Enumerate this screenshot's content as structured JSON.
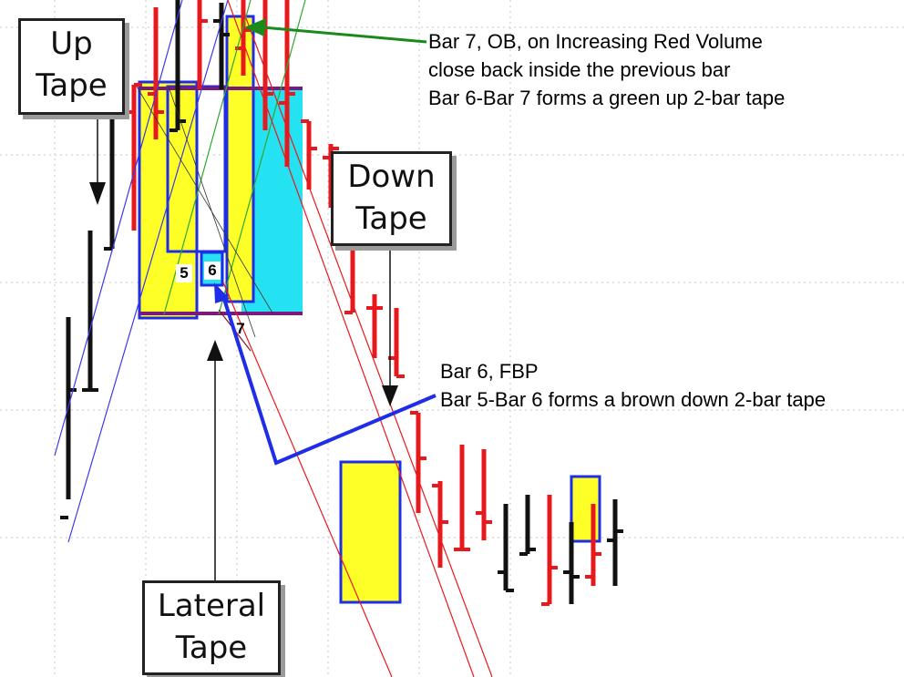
{
  "chart_data": {
    "type": "ohlc",
    "title": "",
    "xlabel": "",
    "ylabel": "",
    "grid": true,
    "tape_labels": [
      {
        "id": "up",
        "lines": [
          "Up",
          "Tape"
        ]
      },
      {
        "id": "down",
        "lines": [
          "Down",
          "Tape"
        ]
      },
      {
        "id": "lateral",
        "lines": [
          "Lateral",
          "Tape"
        ]
      }
    ],
    "bar_labels": [
      "5",
      "6",
      "7"
    ],
    "annotations": [
      {
        "id": "bar7",
        "lines": [
          "Bar 7, OB, on Increasing Red Volume",
          "close back inside the previous bar",
          "Bar  6-Bar 7 forms a green up 2-bar tape"
        ]
      },
      {
        "id": "bar6",
        "lines": [
          "Bar 6, FBP",
          "Bar 5-Bar  6 forms a brown down 2-bar tape"
        ]
      }
    ],
    "bars": [
      {
        "high": 395,
        "low": 195,
        "open": 175,
        "close": 315,
        "color": "#111111"
      },
      {
        "high": 490,
        "low": 315,
        "open": 315,
        "close": 315,
        "color": "#111111"
      },
      {
        "high": 650,
        "low": 470,
        "open": 470,
        "close": 650,
        "color": "#111111"
      },
      {
        "high": 650,
        "low": 490,
        "open": 620,
        "close": 650,
        "color": "#e8191c"
      },
      {
        "high": 735,
        "low": 590,
        "open": 640,
        "close": 620,
        "color": "#e8191c"
      },
      {
        "high": 795,
        "low": 600,
        "open": 600,
        "close": 610,
        "color": "#111111"
      },
      {
        "high": 795,
        "low": 645,
        "open": 780,
        "close": 720,
        "color": "#e8191c"
      },
      {
        "high": 740,
        "low": 645,
        "open": 720,
        "close": 705,
        "color": "#111111"
      },
      {
        "high": 820,
        "low": 660,
        "open": 690,
        "close": 710,
        "color": "#e8191c"
      },
      {
        "high": 840,
        "low": 600,
        "open": 760,
        "close": 640,
        "color": "#e8191c"
      },
      {
        "high": 745,
        "low": 560,
        "open": 630,
        "close": 640,
        "color": "#e8191c"
      },
      {
        "high": 610,
        "low": 535,
        "open": 610,
        "close": 580,
        "color": "#e8191c"
      },
      {
        "high": 585,
        "low": 515,
        "open": 570,
        "close": 580,
        "color": "#e8191c"
      },
      {
        "high": 530,
        "low": 400,
        "open": 400,
        "close": 535,
        "color": "#e8191c"
      },
      {
        "high": 420,
        "low": 350,
        "open": 405,
        "close": 405,
        "color": "#e8191c"
      },
      {
        "high": 405,
        "low": 330,
        "open": 350,
        "close": 330,
        "color": "#e8191c"
      },
      {
        "high": 290,
        "low": 180,
        "open": 290,
        "close": 240,
        "color": "#e8191c"
      },
      {
        "high": 215,
        "low": 120,
        "open": 210,
        "close": 170,
        "color": "#e8191c"
      },
      {
        "high": 255,
        "low": 140,
        "open": 140,
        "close": 140,
        "color": "#e8191c"
      },
      {
        "high": 250,
        "low": 150,
        "open": 180,
        "close": 170,
        "color": "#e8191c"
      },
      {
        "high": 190,
        "low": 95,
        "open": 115,
        "close": 95,
        "color": "#111111"
      },
      {
        "high": 200,
        "low": 135,
        "open": 135,
        "close": 140,
        "color": "#111111"
      },
      {
        "high": 200,
        "low": 80,
        "open": 80,
        "close": 120,
        "color": "#e8191c"
      },
      {
        "high": 170,
        "low": 80,
        "open": 115,
        "close": 110,
        "color": "#111111"
      },
      {
        "high": 190,
        "low": 100,
        "open": 110,
        "close": 135,
        "color": "#e8191c"
      },
      {
        "high": 195,
        "low": 100,
        "open": 150,
        "close": 160,
        "color": "#111111"
      }
    ]
  }
}
